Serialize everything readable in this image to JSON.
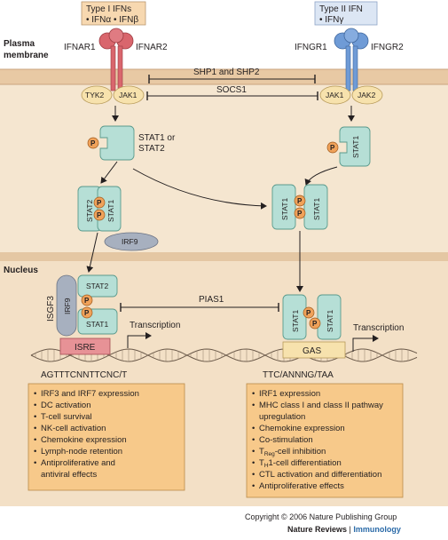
{
  "ligands": {
    "type1": {
      "title": "Type I IFNs",
      "items": "• IFNα  • IFNβ"
    },
    "type2": {
      "title": "Type II IFN",
      "items": "• IFNγ"
    }
  },
  "membrane_label": [
    "Plasma",
    "membrane"
  ],
  "nucleus_label": "Nucleus",
  "receptors": {
    "ifnar1": "IFNAR1",
    "ifnar2": "IFNAR2",
    "ifngr1": "IFNGR1",
    "ifngr2": "IFNGR2"
  },
  "kinases": {
    "tyk2": "TYK2",
    "jak1_left": "JAK1",
    "jak1_right": "JAK1",
    "jak2": "JAK2"
  },
  "regulators": {
    "shp": "SHP1 and SHP2",
    "socs1": "SOCS1",
    "pias1": "PIAS1"
  },
  "proteins": {
    "stat1_or_stat2": [
      "STAT1 or",
      "STAT2"
    ],
    "stat1": "STAT1",
    "stat2": "STAT2",
    "irf9": "IRF9",
    "isgf3": "ISGF3",
    "p": "P"
  },
  "promoters": {
    "isre": "ISRE",
    "gas": "GAS",
    "isre_seq": "AGTTTCNNTTCNC/T",
    "gas_seq": "TTC/ANNNG/TAA",
    "transcription_left": "Transcription",
    "transcription_right": "Transcription"
  },
  "type1_effects": [
    "IRF3 and IRF7 expression",
    "DC activation",
    "T-cell survival",
    "NK-cell activation",
    "Chemokine expression",
    "Lymph-node retention",
    "Antiproliferative and",
    "antiviral effects"
  ],
  "type2_effects": [
    "IRF1 expression",
    "MHC class I and class II pathway",
    "upregulation",
    "Chemokine expression",
    "Co-stimulation",
    "T-cell inhibition",
    "H1-cell differentiation",
    "CTL activation and differentiation",
    "Antiproliferative effects"
  ],
  "treg": {
    "t": "T",
    "sub": "Reg",
    "rest": "-cell inhibition"
  },
  "th1": {
    "t": "T",
    "sub": "H",
    "rest": "1-cell differentiation"
  },
  "copyright": {
    "line1": "Copyright © 2006 Nature Publishing Group",
    "line2_a": "Nature Reviews",
    "line2_sep": " | ",
    "line2_b": "Immunology"
  },
  "colors": {
    "cytoplasm": "#f5e6d0",
    "nucleus": "#f3e0c6",
    "membrane": "#e8c9a4",
    "ifnar": "#d9666d",
    "ifngr": "#6f9bd6",
    "stat": "#b6dfd6",
    "stat_border": "#5a9a8c",
    "phospho": "#f0a25a",
    "irf9": "#a7b0bf",
    "jak": "#f7e2ad",
    "effects_box": "#f7c98a",
    "isre": "#e79296"
  }
}
